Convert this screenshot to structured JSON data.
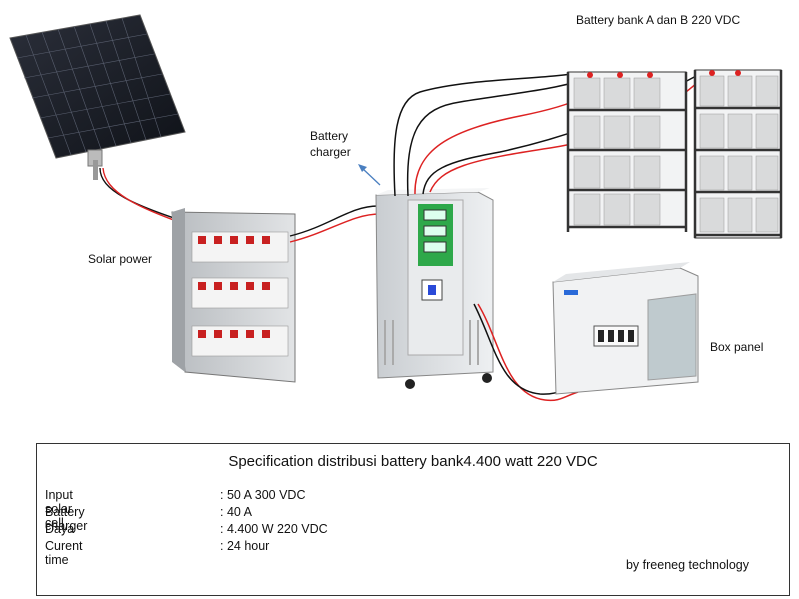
{
  "labels": {
    "battery_bank": "Battery bank  A dan B 220 VDC",
    "battery_charger": "Battery charger",
    "solar_power": "Solar power",
    "box_panel": "Box panel"
  },
  "spec": {
    "title": "Specification distribusi battery bank4.400 watt 220 VDC",
    "rows": [
      {
        "key": "Input solar cell",
        "value": ": 50 A 300 VDC"
      },
      {
        "key": "Battery charger",
        "value": ":  40 A"
      },
      {
        "key": "Daya",
        "value": ": 4.400 W 220 VDC"
      },
      {
        "key": "Curent time",
        "value": ": 24 hour"
      }
    ],
    "credit": "by freeneg technology"
  }
}
